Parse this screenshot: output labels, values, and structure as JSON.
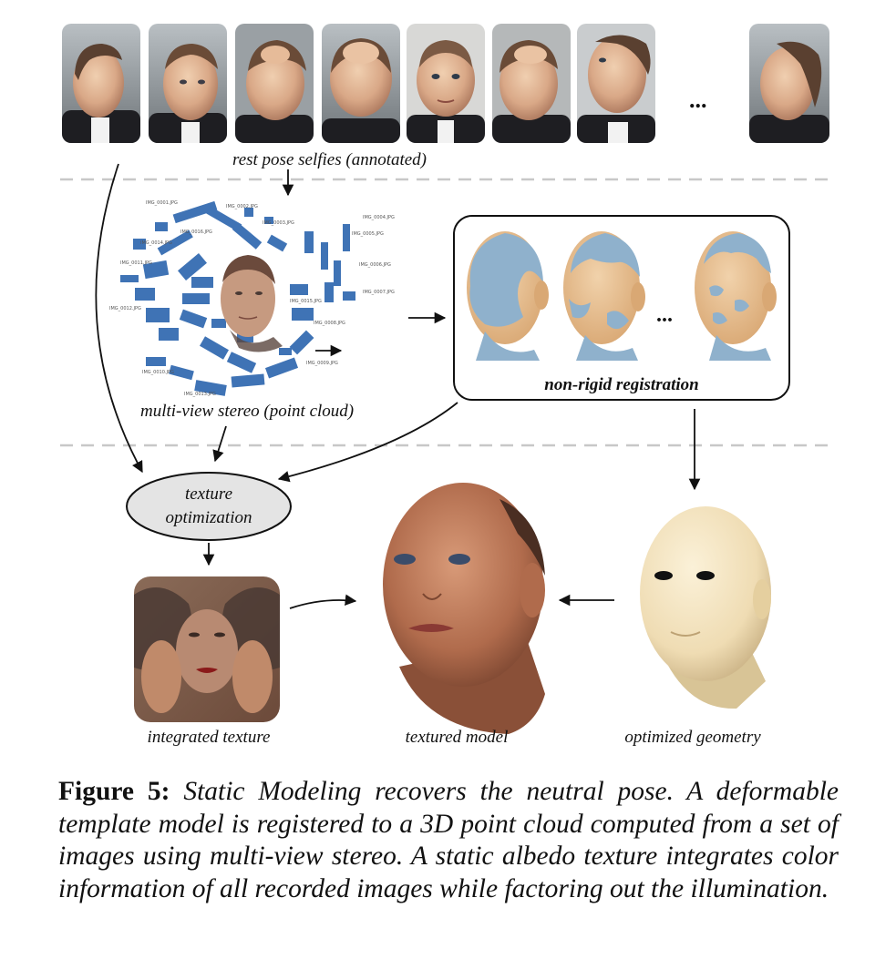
{
  "figure": {
    "labels": {
      "selfies": "rest pose selfies (annotated)",
      "mvs": "multi-view stereo (point cloud)",
      "registration": "non-rigid registration",
      "texture_opt_line1": "texture",
      "texture_opt_line2": "optimization",
      "integrated_texture": "integrated texture",
      "textured_model": "textured model",
      "optimized_geometry": "optimized geometry",
      "ellipsis": "..."
    },
    "camera_labels": [
      "IMG_0001.JPG",
      "IMG_0002.JPG",
      "IMG_0003.JPG",
      "IMG_0004.JPG",
      "IMG_0005.JPG",
      "IMG_0006.JPG",
      "IMG_0007.JPG",
      "IMG_0008.JPG",
      "IMG_0009.JPG",
      "IMG_0010.JPG",
      "IMG_0011.JPG",
      "IMG_0012.JPG",
      "IMG_0013.JPG",
      "IMG_0014.JPG",
      "IMG_0015.JPG",
      "IMG_0016.JPG"
    ],
    "colors": {
      "camera_blue": "#3f73b5",
      "mesh_blue": "#8fb1cc",
      "skin": "#e8c29a",
      "geometry": "#f2e2bd",
      "dashed_line": "#c8c8c8",
      "ellipse_fill": "#e4e4e4"
    }
  },
  "caption": {
    "figure_number": "Figure 5:",
    "text": "Static Modeling recovers the neutral pose. A deformable template model is registered to a 3D point cloud computed from a set of images using multi-view stereo. A static albedo texture integrates color information of all recorded images while factoring out the illumination."
  }
}
